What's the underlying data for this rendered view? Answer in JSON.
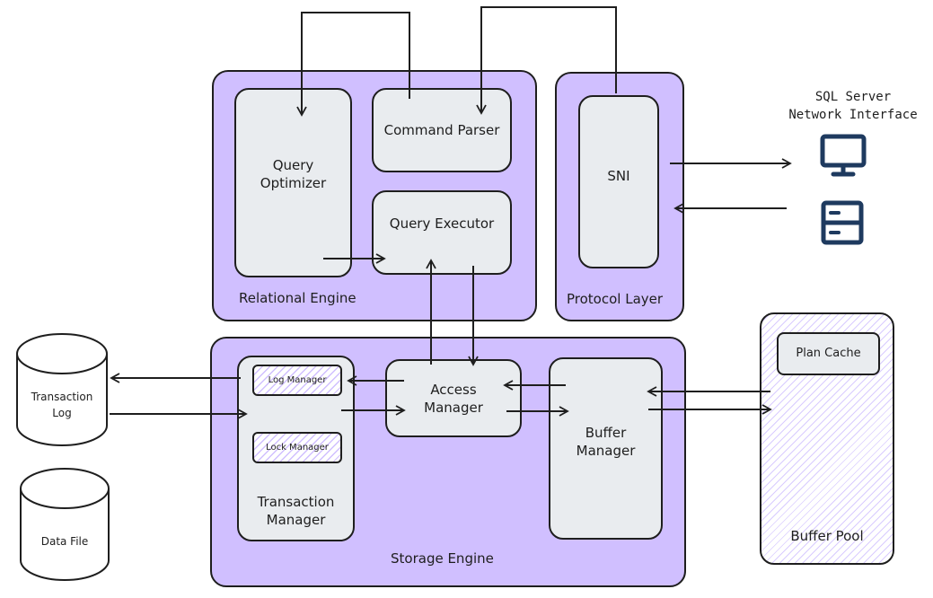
{
  "relational_engine": {
    "label": "Relational Engine",
    "query_optimizer": "Query\nOptimizer",
    "command_parser": "Command Parser",
    "query_executor": "Query Executor"
  },
  "protocol_layer": {
    "label": "Protocol Layer",
    "sni": "SNI"
  },
  "network_interface": {
    "title": "SQL Server\nNetwork Interface",
    "icons": [
      "monitor-icon",
      "server-icon"
    ]
  },
  "storage_engine": {
    "label": "Storage Engine",
    "log_manager": "Log Manager",
    "lock_manager": "Lock Manager",
    "transaction_manager": "Transaction\nManager",
    "access_manager": "Access\nManager",
    "buffer_manager": "Buffer\nManager"
  },
  "buffer_pool": {
    "label": "Buffer Pool",
    "plan_cache": "Plan Cache"
  },
  "files": {
    "transaction_log": "Transaction\nLog",
    "data_file": "Data File"
  },
  "colors": {
    "engine_fill": "#d0bfff",
    "box_fill": "#e9ecef",
    "stroke": "#1e1e1e",
    "icon": "#1e3a5f"
  }
}
